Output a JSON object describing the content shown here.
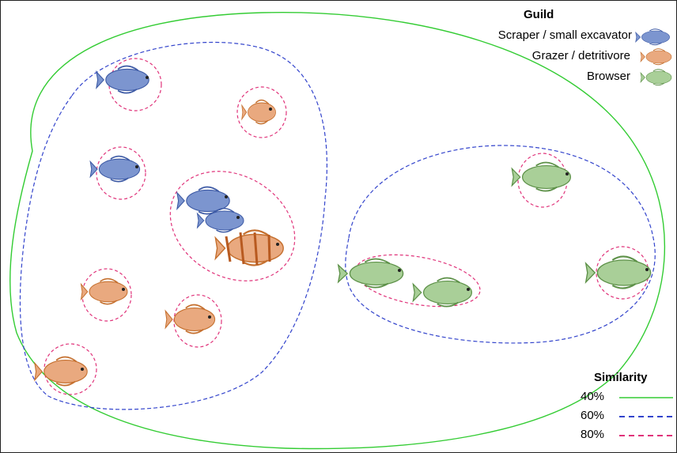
{
  "legend": {
    "guild_title": "Guild",
    "guilds": [
      {
        "label": "Scraper / small excavator",
        "color": "#4a6bb5"
      },
      {
        "label": "Grazer / detritivore",
        "color": "#d9844a"
      },
      {
        "label": "Browser",
        "color": "#6ea65a"
      }
    ],
    "similarity_title": "Similarity",
    "similarity": [
      {
        "label": "40%",
        "color": "#33cc33",
        "style": "solid"
      },
      {
        "label": "60%",
        "color": "#3344cc",
        "style": "dashed"
      },
      {
        "label": "80%",
        "color": "#e0337a",
        "style": "dashed"
      }
    ]
  }
}
